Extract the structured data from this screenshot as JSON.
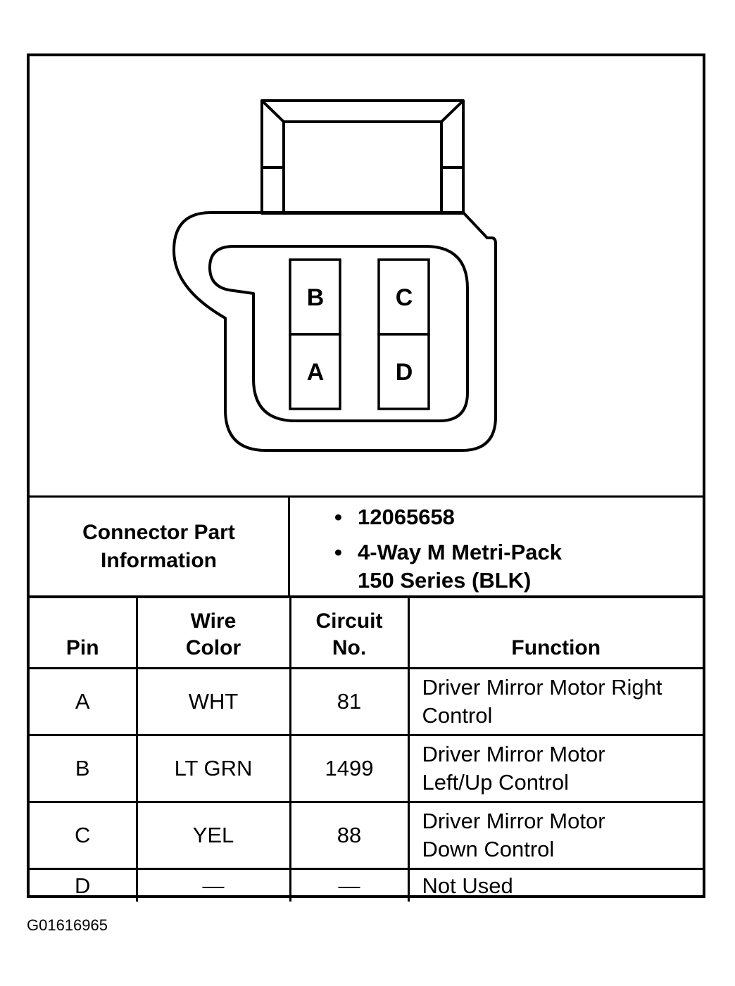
{
  "connector": {
    "cavities": [
      {
        "label": "B"
      },
      {
        "label": "C"
      },
      {
        "label": "A"
      },
      {
        "label": "D"
      }
    ]
  },
  "part_info": {
    "label_line1": "Connector Part",
    "label_line2": "Information",
    "bullet": "•",
    "part_number": "12065658",
    "description_line1": "4-Way M Metri-Pack",
    "description_line2": "150 Series (BLK)"
  },
  "table": {
    "headers": {
      "pin": "Pin",
      "wire_color_line1": "Wire",
      "wire_color_line2": "Color",
      "circuit_line1": "Circuit",
      "circuit_line2": "No.",
      "function": "Function"
    },
    "rows": [
      {
        "pin": "A",
        "wire_color": "WHT",
        "circuit": "81",
        "function_line1": "Driver Mirror Motor Right",
        "function_line2": "Control"
      },
      {
        "pin": "B",
        "wire_color": "LT GRN",
        "circuit": "1499",
        "function_line1": "Driver Mirror Motor",
        "function_line2": "Left/Up Control"
      },
      {
        "pin": "C",
        "wire_color": "YEL",
        "circuit": "88",
        "function_line1": "Driver Mirror Motor",
        "function_line2": "Down Control"
      },
      {
        "pin": "D",
        "wire_color": "—",
        "circuit": "—",
        "function_line1": "Not Used",
        "function_line2": ""
      }
    ]
  },
  "figure_id": "G01616965"
}
